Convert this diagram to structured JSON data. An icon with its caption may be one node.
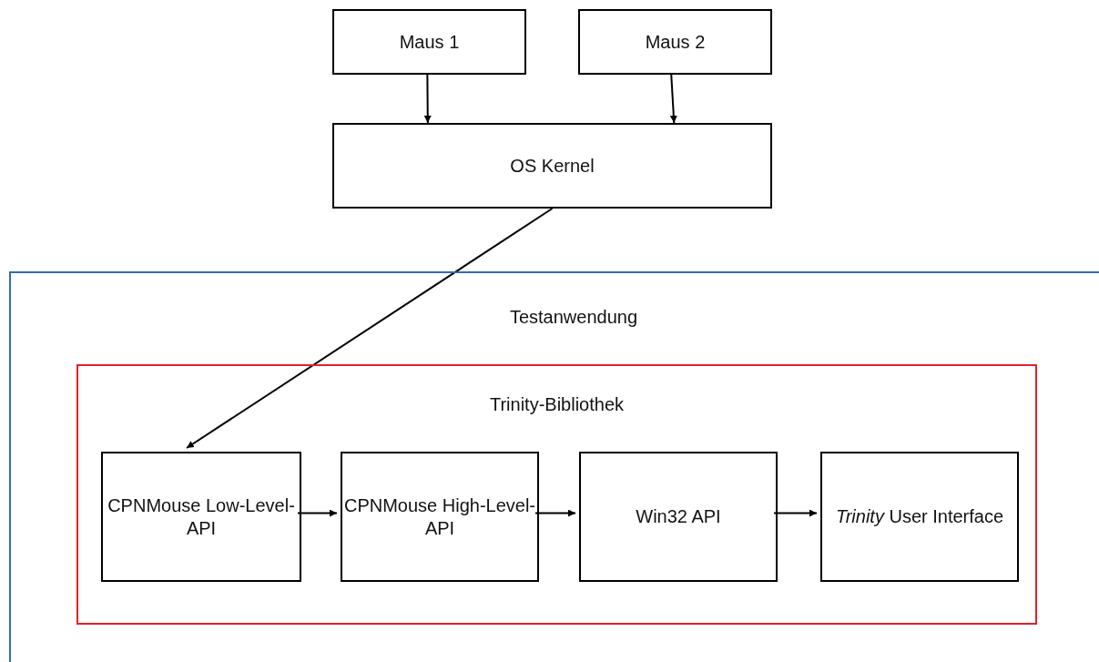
{
  "diagram": {
    "nodes": [
      {
        "text": [
          "Maus 1"
        ]
      },
      {
        "text": [
          "Maus 2"
        ]
      },
      {
        "text": [
          "OS Kernel"
        ]
      },
      {
        "text": [
          "Testanwendung"
        ]
      },
      {
        "text": [
          "Trinity-Bibliothek"
        ],
        "in": 3
      },
      {
        "text": [
          "CPNMouse Low-Level-API"
        ],
        "in": 4
      },
      {
        "text": [
          "CPNMouse High-Level-API"
        ],
        "in": 4
      },
      {
        "text": [
          "Win32 API"
        ],
        "in": 4
      },
      {
        "text": [
          "*Trinity* User Interface"
        ],
        "in": 4
      }
    ],
    "edges": [
      {
        "from": 0,
        "to": 2,
        "arrow": "to"
      },
      {
        "from": 1,
        "to": 2,
        "arrow": "to"
      },
      {
        "from": 2,
        "to": 5,
        "arrow": "to"
      },
      {
        "from": 5,
        "to": 6,
        "arrow": "to"
      },
      {
        "from": 6,
        "to": 7,
        "arrow": "to"
      },
      {
        "from": 7,
        "to": 8,
        "arrow": "to"
      }
    ]
  }
}
